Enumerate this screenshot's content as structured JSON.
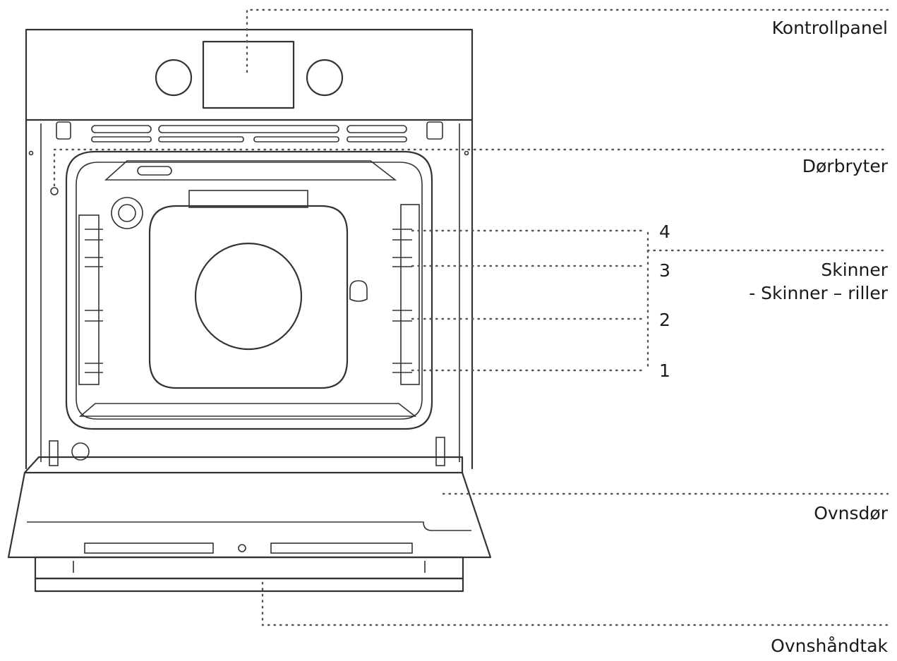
{
  "labels": {
    "control_panel": "Kontrollpanel",
    "door_switch": "Dørbryter",
    "rails_title": "Skinner",
    "rails_subtitle": "- Skinner – riller",
    "oven_door": "Ovnsdør",
    "oven_handle": "Ovnshåndtak"
  },
  "rail_levels": [
    "4",
    "3",
    "2",
    "1"
  ]
}
